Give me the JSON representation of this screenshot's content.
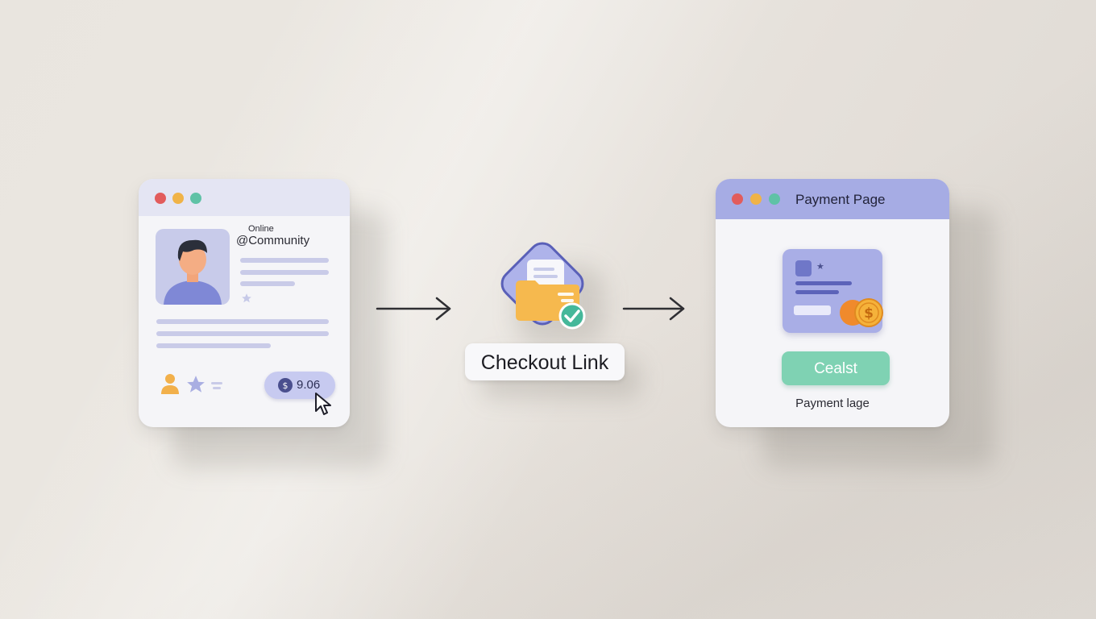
{
  "profile_window": {
    "status_label": "Online",
    "handle": "@Community",
    "price_chip": "9.06"
  },
  "checkout": {
    "label": "Checkout Link"
  },
  "payment_window": {
    "title": "Payment Page",
    "card_mark": "★",
    "button_label": "Cealst",
    "caption": "Payment lage"
  },
  "icons": {
    "profile_avatar": "person-avatar-icon",
    "star": "star-icon",
    "user": "user-icon",
    "coin": "coin-icon",
    "cursor": "cursor-icon",
    "folder": "folder-icon",
    "check": "check-icon",
    "dollar": "dollar-coin-icon",
    "arrow": "arrow-right-icon"
  },
  "colors": {
    "accent_purple": "#8e96d8",
    "titlebar_lavender": "#a6ace4",
    "button_green": "#7fd2b3",
    "folder_orange": "#f6b94e",
    "check_teal": "#45b89a",
    "coin_orange": "#f08a2c"
  }
}
